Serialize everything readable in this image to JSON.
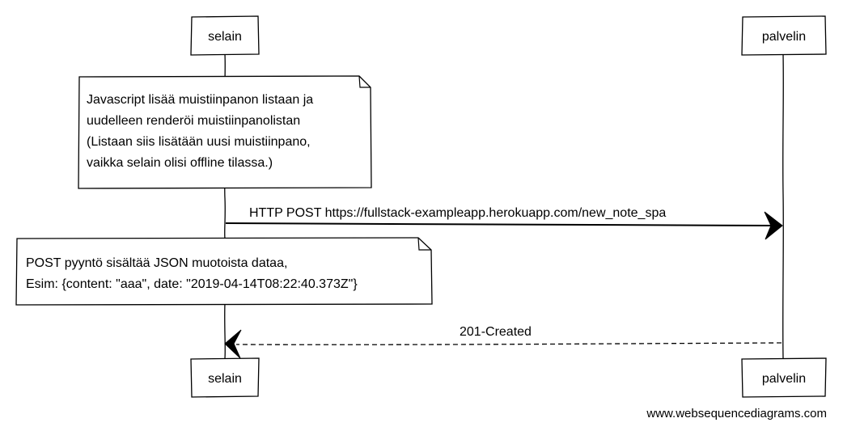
{
  "participants": {
    "left": {
      "name": "selain"
    },
    "right": {
      "name": "palvelin"
    }
  },
  "note_1": {
    "lines": [
      "Javascript lisää muistiinpanon listaan ja",
      "uudelleen renderöi muistiinpanolistan",
      "(Listaan siis lisätään uusi muistiinpano,",
      "vaikka selain olisi offline tilassa.)"
    ]
  },
  "message_1": {
    "label": "HTTP POST https://fullstack-exampleapp.herokuapp.com/new_note_spa"
  },
  "note_2": {
    "lines": [
      "POST pyyntö sisältää JSON muotoista dataa,",
      "Esim: {content: \"aaa\", date: \"2019-04-14T08:22:40.373Z\"}"
    ]
  },
  "message_2": {
    "label": "201-Created"
  },
  "watermark": "www.websequencediagrams.com"
}
